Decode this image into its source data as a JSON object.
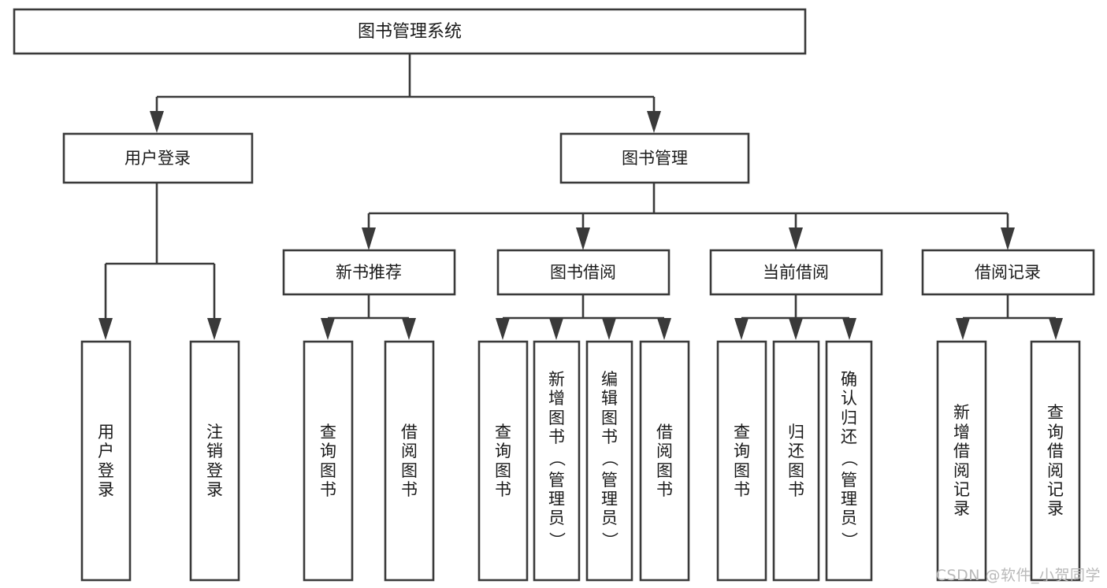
{
  "diagram": {
    "title": "图书管理系统",
    "type": "tree",
    "orientation": "top-down",
    "colors": {
      "box_stroke": "#3a3a3a",
      "box_fill": "#ffffff",
      "connector": "#3a3a3a",
      "text": "#1a1a1a",
      "watermark": "#b9b9b9",
      "background": "#ffffff"
    },
    "levels": {
      "root": {
        "label": "图书管理系统"
      },
      "level2": [
        {
          "id": "user-login",
          "label": "用户登录"
        },
        {
          "id": "book-management",
          "label": "图书管理"
        }
      ],
      "level3": [
        {
          "id": "new-book-recommend",
          "label": "新书推荐"
        },
        {
          "id": "book-borrow",
          "label": "图书借阅"
        },
        {
          "id": "current-borrow",
          "label": "当前借阅"
        },
        {
          "id": "borrow-record",
          "label": "借阅记录"
        }
      ],
      "leaves": [
        {
          "id": "leaf-user-login",
          "label": "用户登录",
          "parent": "user-login"
        },
        {
          "id": "leaf-logout-login",
          "label": "注销登录",
          "parent": "user-login"
        },
        {
          "id": "leaf-query-book-1",
          "label": "查询图书",
          "parent": "new-book-recommend"
        },
        {
          "id": "leaf-borrow-book-1",
          "label": "借阅图书",
          "parent": "new-book-recommend"
        },
        {
          "id": "leaf-query-book-2",
          "label": "查询图书",
          "parent": "book-borrow"
        },
        {
          "id": "leaf-add-book",
          "label": "新增图书（管理员）",
          "parent": "book-borrow"
        },
        {
          "id": "leaf-edit-book",
          "label": "编辑图书（管理员）",
          "parent": "book-borrow"
        },
        {
          "id": "leaf-borrow-book-2",
          "label": "借阅图书",
          "parent": "book-borrow"
        },
        {
          "id": "leaf-query-book-3",
          "label": "查询图书",
          "parent": "current-borrow"
        },
        {
          "id": "leaf-return-book",
          "label": "归还图书",
          "parent": "current-borrow"
        },
        {
          "id": "leaf-confirm-return",
          "label": "确认归还（管理员）",
          "parent": "current-borrow"
        },
        {
          "id": "leaf-add-record",
          "label": "新增借阅记录",
          "parent": "borrow-record"
        },
        {
          "id": "leaf-query-record",
          "label": "查询借阅记录",
          "parent": "borrow-record"
        }
      ]
    },
    "watermark": "CSDN @软件_小贺同学"
  }
}
